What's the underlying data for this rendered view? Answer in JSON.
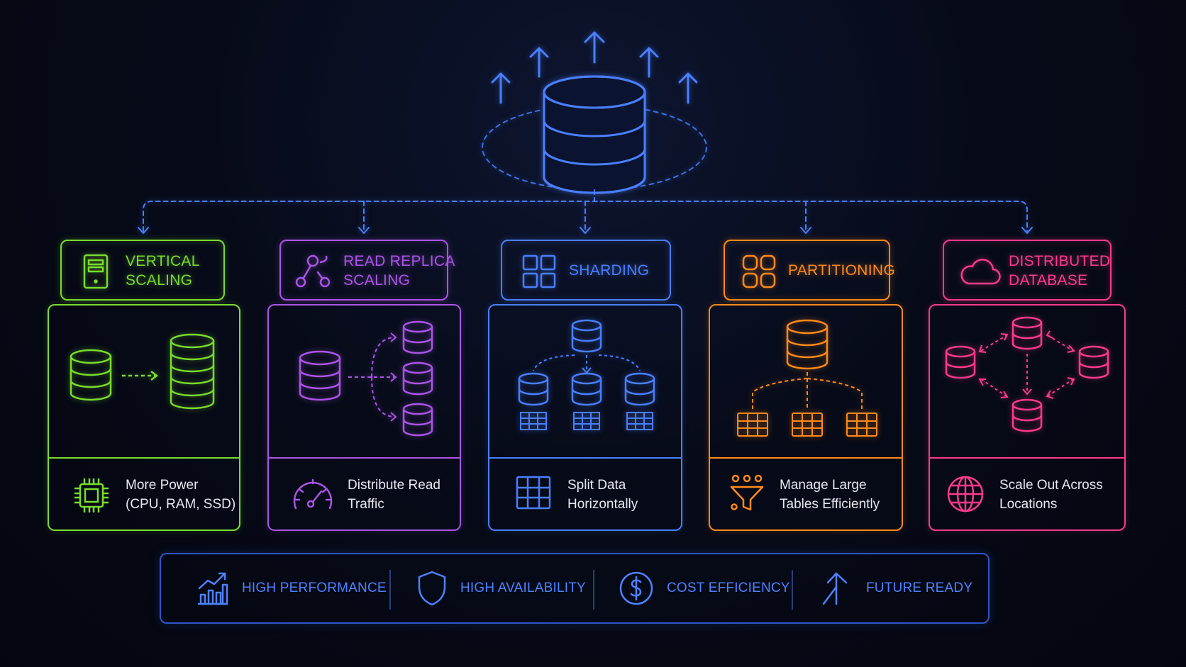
{
  "colors": {
    "hub": "#4a7fff",
    "vertical": "#7adb2e",
    "replica": "#aa55e6",
    "sharding": "#4a7fff",
    "partitioning": "#ff8a1a",
    "distributed": "#ff3a8c",
    "bar": "#4d82ff"
  },
  "hub": {
    "icon": "database-stack-icon",
    "arrows": "upward-arrows-icon"
  },
  "strategies": [
    {
      "id": "vertical",
      "title_line1": "VERTICAL",
      "title_line2": "SCALING",
      "title_icon": "server-icon",
      "desc_line1": "More Power",
      "desc_line2": "(CPU, RAM, SSD)",
      "desc_icon": "cpu-chip-icon"
    },
    {
      "id": "replica",
      "title_line1": "READ REPLICA",
      "title_line2": "SCALING",
      "title_icon": "replica-nodes-icon",
      "desc_line1": "Distribute Read",
      "desc_line2": "Traffic",
      "desc_icon": "speedometer-icon"
    },
    {
      "id": "sharding",
      "title_line1": "SHARDING",
      "title_line2": "",
      "title_icon": "four-squares-icon",
      "desc_line1": "Split Data",
      "desc_line2": "Horizontally",
      "desc_icon": "grid-table-icon"
    },
    {
      "id": "partitioning",
      "title_line1": "PARTITIONING",
      "title_line2": "",
      "title_icon": "rounded-squares-icon",
      "desc_line1": "Manage Large",
      "desc_line2": "Tables Efficiently",
      "desc_icon": "funnel-icon"
    },
    {
      "id": "distributed",
      "title_line1": "DISTRIBUTED",
      "title_line2": "DATABASE",
      "title_icon": "cloud-icon",
      "desc_line1": "Scale Out Across",
      "desc_line2": "Locations",
      "desc_icon": "globe-icon"
    }
  ],
  "benefits": [
    {
      "label": "HIGH PERFORMANCE",
      "icon": "bar-chart-trend-icon"
    },
    {
      "label": "HIGH AVAILABILITY",
      "icon": "shield-icon"
    },
    {
      "label": "COST EFFICIENCY",
      "icon": "dollar-coin-icon"
    },
    {
      "label": "FUTURE READY",
      "icon": "arrow-up-right-icon"
    }
  ]
}
